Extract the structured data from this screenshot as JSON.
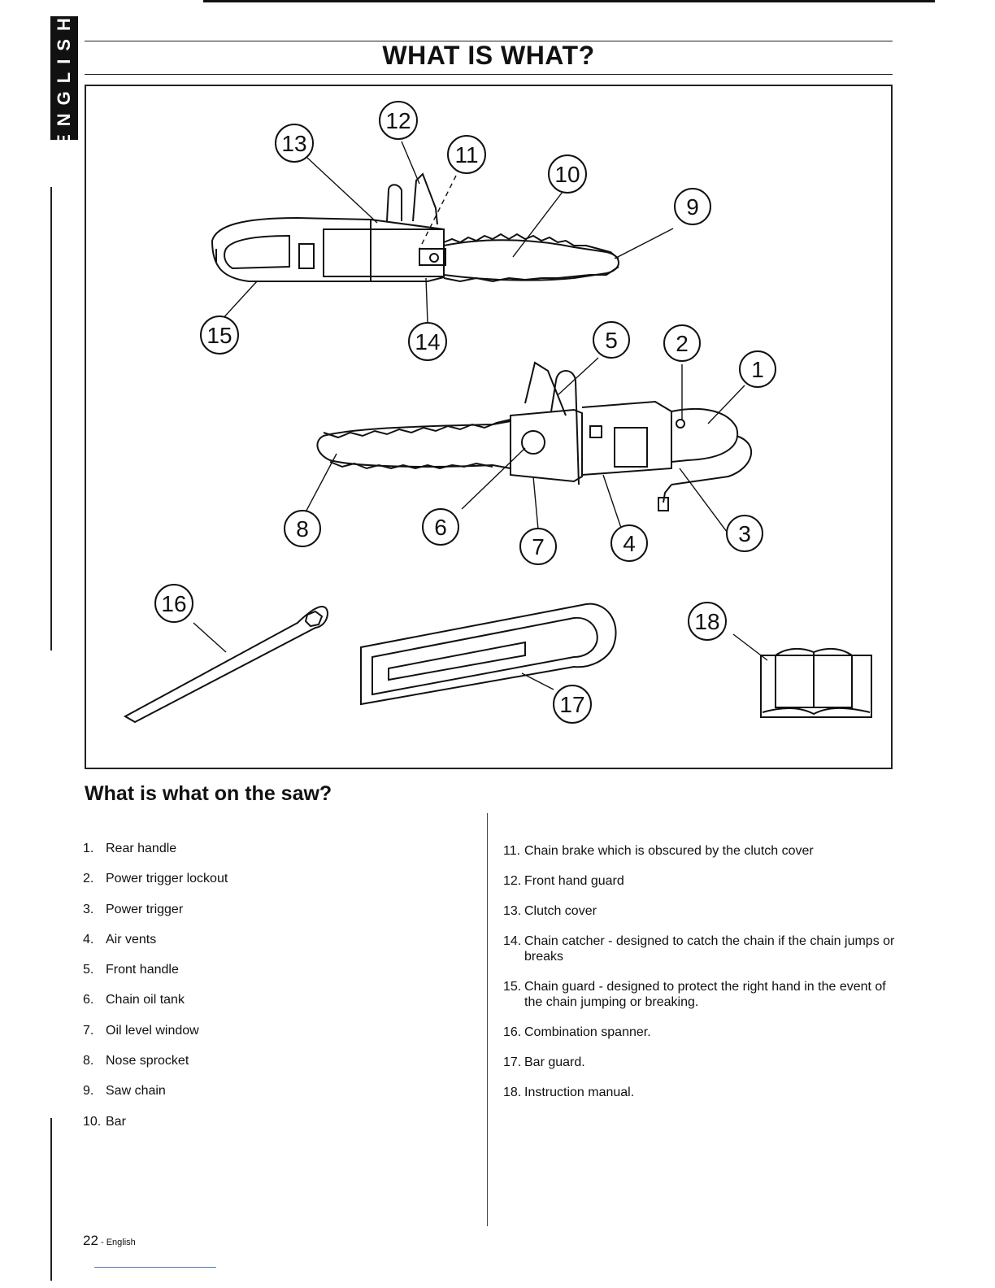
{
  "side_tab": "ENGLISH",
  "title": "WHAT IS WHAT?",
  "figure": {
    "callouts": [
      "1",
      "2",
      "3",
      "4",
      "5",
      "6",
      "7",
      "8",
      "9",
      "10",
      "11",
      "12",
      "13",
      "14",
      "15",
      "16",
      "17",
      "18"
    ]
  },
  "subtitle": "What is what on the saw?",
  "parts_left": [
    {
      "num": "1.",
      "text": "Rear handle"
    },
    {
      "num": "2.",
      "text": "Power trigger lockout"
    },
    {
      "num": "3.",
      "text": "Power trigger"
    },
    {
      "num": "4.",
      "text": "Air vents"
    },
    {
      "num": "5.",
      "text": "Front handle"
    },
    {
      "num": "6.",
      "text": "Chain oil tank"
    },
    {
      "num": "7.",
      "text": "Oil level window"
    },
    {
      "num": "8.",
      "text": "Nose sprocket"
    },
    {
      "num": "9.",
      "text": "Saw chain"
    },
    {
      "num": "10.",
      "text": "Bar"
    }
  ],
  "parts_right": [
    {
      "num": "11.",
      "text": "Chain brake which is obscured by the clutch cover"
    },
    {
      "num": "12.",
      "text": "Front hand guard"
    },
    {
      "num": "13.",
      "text": "Clutch cover"
    },
    {
      "num": "14.",
      "text": "Chain catcher - designed to catch the chain if the chain jumps or breaks"
    },
    {
      "num": "15.",
      "text": "Chain guard - designed to protect the right hand in the event of the chain jumping or breaking."
    },
    {
      "num": "16.",
      "text": "Combination spanner."
    },
    {
      "num": "17.",
      "text": "Bar guard."
    },
    {
      "num": "18.",
      "text": "Instruction manual."
    }
  ],
  "footer": {
    "page": "22",
    "sep": " - ",
    "lang": "English"
  }
}
